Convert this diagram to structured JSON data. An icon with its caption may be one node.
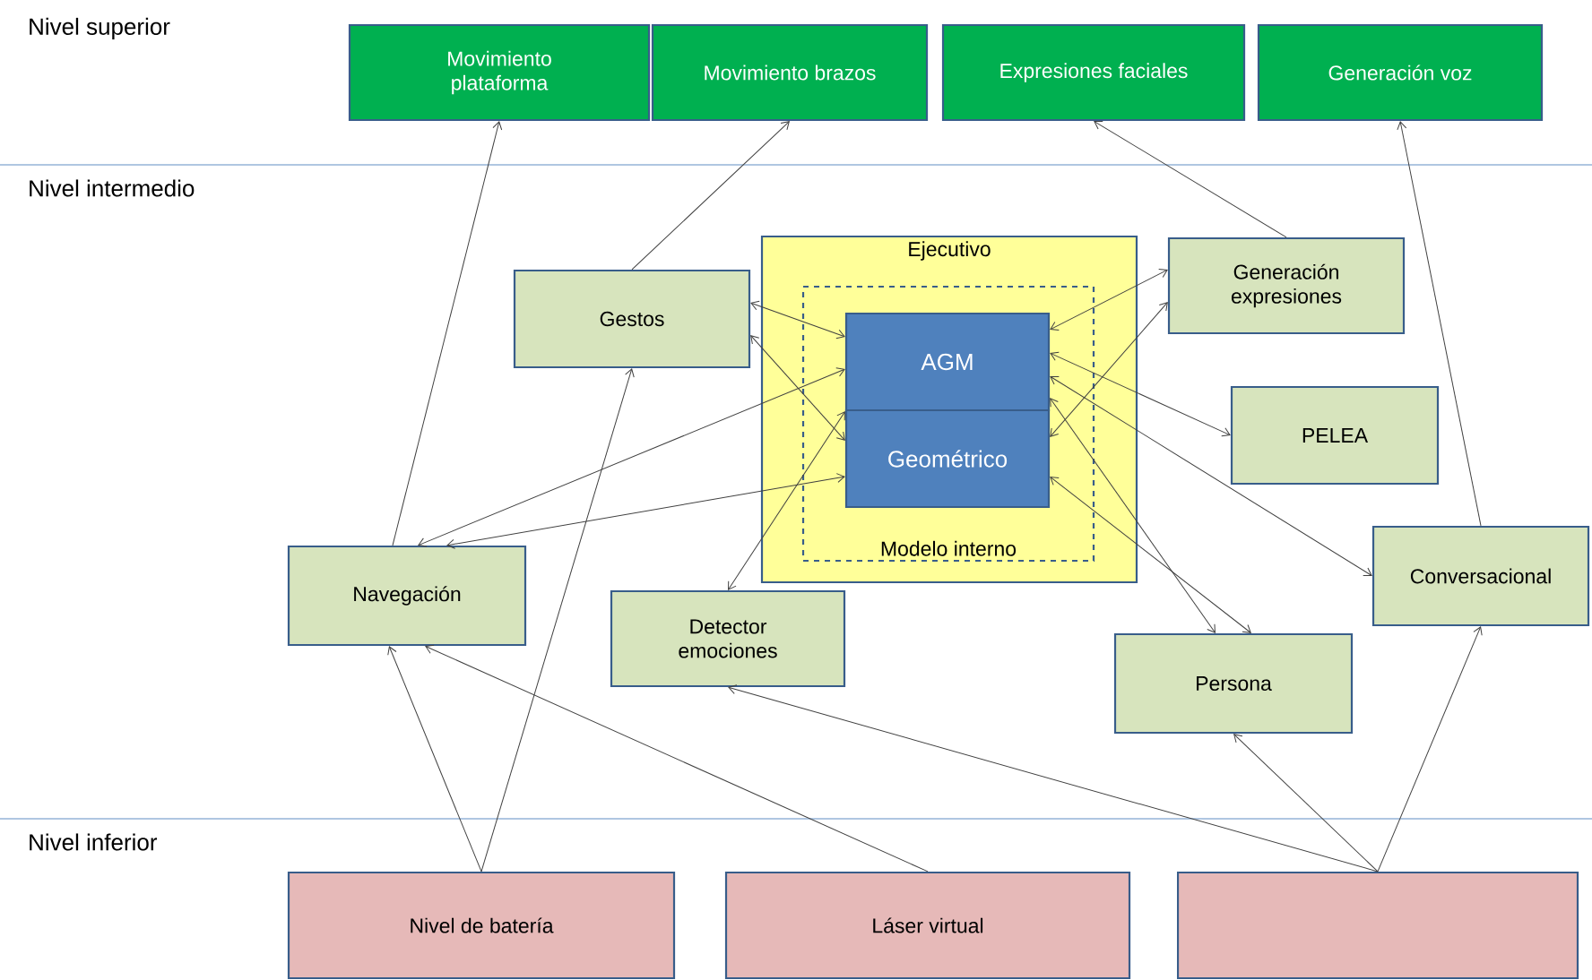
{
  "diagram": {
    "nodes": [
      {
        "text": [
          "Movimiento plataforma"
        ]
      },
      {
        "text": [
          "Movimiento brazos"
        ]
      },
      {
        "text": [
          "Expresiones faciales"
        ]
      },
      {
        "text": [
          "Generación voz"
        ]
      },
      {
        "text": [
          "Ejecutivo"
        ]
      },
      {
        "text": [
          "Modelo interno"
        ],
        "in": 4
      },
      {
        "text": [
          "AGM"
        ],
        "in": 5
      },
      {
        "text": [
          "Geométrico"
        ],
        "in": 5
      },
      {
        "text": [
          "Gestos"
        ]
      },
      {
        "text": [
          "Generación expresiones"
        ]
      },
      {
        "text": [
          "PELEA"
        ]
      },
      {
        "text": [
          "Navegación"
        ]
      },
      {
        "text": [
          "Detector emociones"
        ]
      },
      {
        "text": [
          "Conversacional"
        ]
      },
      {
        "text": [
          "Persona"
        ]
      },
      {
        "text": [
          "Nivel de batería"
        ]
      },
      {
        "text": [
          "Láser virtual"
        ]
      },
      {
        "text": [],
        "shape": "box"
      }
    ],
    "edges": [
      {
        "from": 11,
        "to": 0,
        "arrow": "to"
      },
      {
        "from": 8,
        "to": 1,
        "arrow": "to"
      },
      {
        "from": 9,
        "to": 2,
        "arrow": "to"
      },
      {
        "from": 13,
        "to": 3,
        "arrow": "to"
      },
      {
        "from": 8,
        "to": 6,
        "arrow": "both"
      },
      {
        "from": 8,
        "to": 7,
        "arrow": "both"
      },
      {
        "from": 11,
        "to": 6,
        "arrow": "both"
      },
      {
        "from": 11,
        "to": 7,
        "arrow": "both"
      },
      {
        "from": 12,
        "to": 6,
        "arrow": "both"
      },
      {
        "from": 9,
        "to": 6,
        "arrow": "both"
      },
      {
        "from": 9,
        "to": 7,
        "arrow": "both"
      },
      {
        "from": 6,
        "to": 10,
        "arrow": "both"
      },
      {
        "from": 6,
        "to": 13,
        "arrow": "both"
      },
      {
        "from": 6,
        "to": 14,
        "arrow": "both"
      },
      {
        "from": 7,
        "to": 14,
        "arrow": "both"
      },
      {
        "from": 15,
        "to": 11,
        "arrow": "to"
      },
      {
        "from": 15,
        "to": 8,
        "arrow": "to"
      },
      {
        "from": 16,
        "to": 11,
        "arrow": "to"
      },
      {
        "from": 17,
        "to": 12,
        "arrow": "to"
      },
      {
        "from": 17,
        "to": 14,
        "arrow": "to"
      },
      {
        "from": 17,
        "to": 13,
        "arrow": "to"
      }
    ],
    "labels": [
      "Nivel superior",
      "Nivel intermedio",
      "Nivel inferior"
    ]
  }
}
